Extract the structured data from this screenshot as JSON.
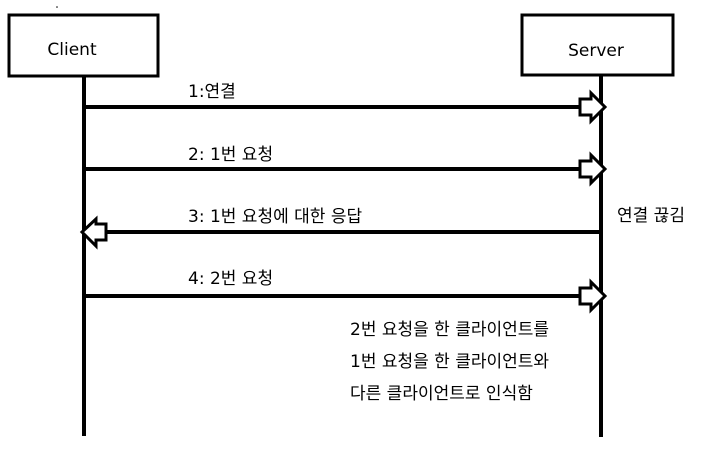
{
  "participants": {
    "client": "Client",
    "server": "Server"
  },
  "messages": [
    {
      "label": "1:연결",
      "direction": "to-server"
    },
    {
      "label": "2: 1번 요청",
      "direction": "to-server"
    },
    {
      "label": "3: 1번 요청에 대한 응답",
      "direction": "to-client"
    },
    {
      "label": "4: 2번 요청",
      "direction": "to-server"
    }
  ],
  "notes": {
    "disconnect": "연결 끊김",
    "explanation": [
      "2번 요청을 한 클라이언트를",
      "1번 요청을 한 클라이언트와",
      "다른 클라이언트로 인식함"
    ]
  },
  "colors": {
    "line": "#000000",
    "background": "#ffffff"
  }
}
